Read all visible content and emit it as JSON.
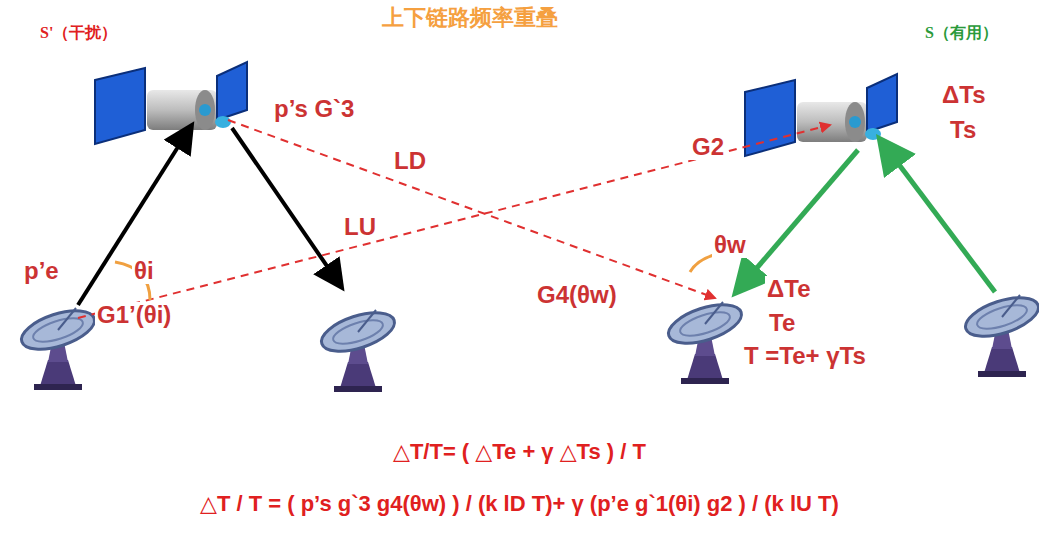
{
  "diagram": {
    "title": "上下链路频率重叠",
    "labels": [
      "S'（干扰）",
      "S（有用）",
      "p’s G`3",
      "LD",
      "LU",
      "G2",
      "ΔTs",
      "Ts",
      "p’e",
      "θi",
      "G1’(θi)",
      "θw",
      "G4(θw)",
      "ΔTe",
      "Te",
      "T =Te+ γTs",
      "△T/T= ( △Te + γ △Ts ) / T",
      "△T / T = ( p’s g`3 g4(θw) ) / (k lD T)+ γ (p’e g`1(θi) g2 ) / (k lU T)"
    ]
  }
}
